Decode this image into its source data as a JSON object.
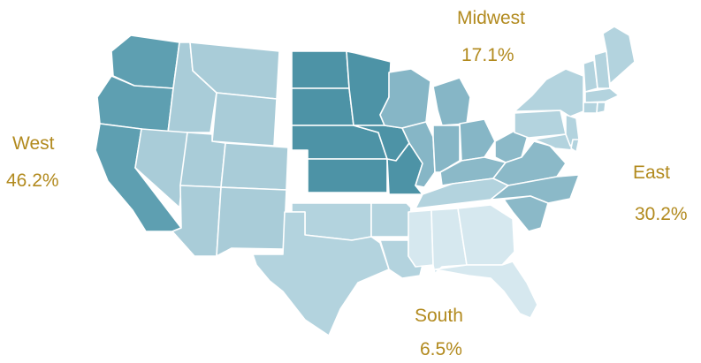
{
  "colors": {
    "west": "#5e9fb1",
    "midwest_dark": "#4d93a6",
    "midwest_light": "#86b6c6",
    "mountain": "#a9ccd8",
    "east": "#b3d3de",
    "east_accent": "#8bb9c8",
    "south": "#d6e8ef",
    "label": "#b28a1e"
  },
  "regions": {
    "west": {
      "name": "West",
      "share": "46.2%"
    },
    "midwest": {
      "name": "Midwest",
      "share": "17.1%"
    },
    "east": {
      "name": "East",
      "share": "30.2%"
    },
    "south": {
      "name": "South",
      "share": "6.5%"
    }
  }
}
